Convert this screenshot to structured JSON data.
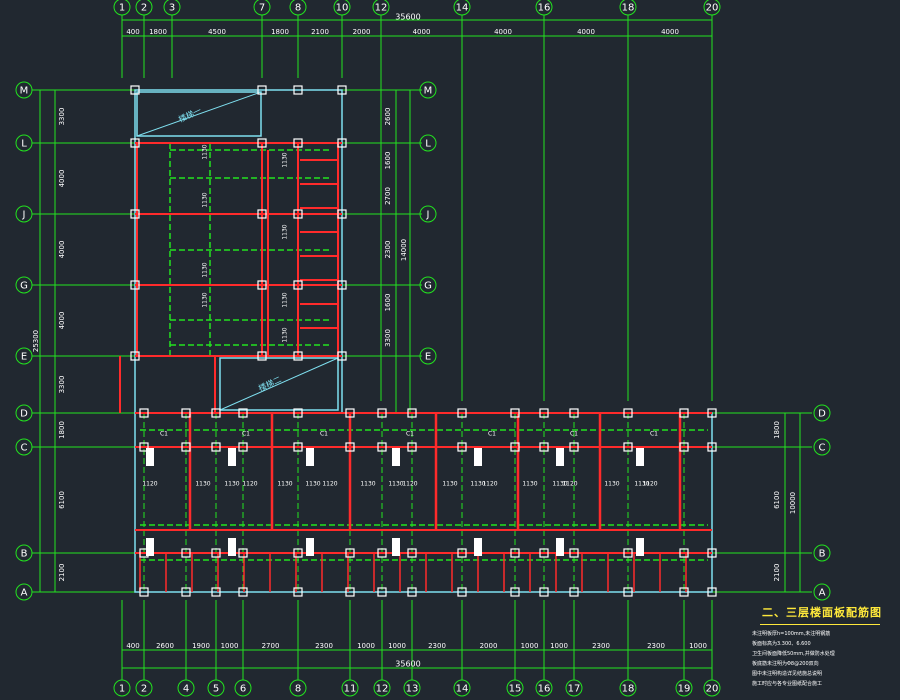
{
  "colors": {
    "background": "#212830",
    "grid": "#22e31f",
    "wall": "#ff2b2b",
    "slab": "#7fe0f0",
    "beam": "#22e31f",
    "column": "#ffffff",
    "text": "#ffffff",
    "title": "#ffe93b"
  },
  "grid_axes": {
    "top_numbers": [
      "1",
      "2",
      "3",
      "7",
      "8",
      "10",
      "12",
      "14",
      "16",
      "18",
      "20"
    ],
    "bottom_numbers": [
      "1",
      "2",
      "4",
      "5",
      "6",
      "8",
      "11",
      "12",
      "13",
      "14",
      "15",
      "16",
      "17",
      "18",
      "19",
      "20"
    ],
    "left_letters": [
      "M",
      "L",
      "J",
      "G",
      "E",
      "D",
      "C",
      "B",
      "A"
    ],
    "right_letters_upper": [
      "M",
      "L",
      "J",
      "G",
      "E"
    ],
    "right_letters_lower": [
      "D",
      "C",
      "B",
      "A"
    ]
  },
  "dimensions": {
    "top_overall": "35600",
    "top": [
      "400",
      "1800",
      "4500",
      "1800",
      "2100",
      "2000",
      "4000",
      "4000",
      "4000",
      "4000"
    ],
    "bottom_overall": "35600",
    "bottom": [
      "400",
      "2600",
      "1900",
      "1000",
      "2700",
      "2300",
      "1000",
      "1000",
      "2300",
      "2000",
      "1000",
      "1000",
      "2300",
      "2300",
      "1000"
    ],
    "left_bays": [
      "3300",
      "4000",
      "4000",
      "4000",
      "3300",
      "1800",
      "6100",
      "2100"
    ],
    "left_total": "25300",
    "right_upper": [
      "2600",
      "1600",
      "2700",
      "2300",
      "1600",
      "3300"
    ],
    "right_upper_total": "14000",
    "right_lower": [
      "1800",
      "6100",
      "2100"
    ],
    "right_lower_total": "10000"
  },
  "rooms": {
    "stair_tag_1": "楼梯一",
    "stair_tag_2": "楼梯二"
  },
  "labels": {
    "lintel": "1130",
    "lintel_alt": "1120",
    "window_tag": "C1"
  },
  "notes": {
    "title": "二、三层楼面板配筋图",
    "lines": [
      "未注明板厚h=100mm,未注明钢筋",
      "板面标高为3.300、6.600",
      "卫生间板面降低50mm,并做防水处理",
      "板底筋未注明为Φ8@200双向",
      "图中未注明构造详见结施总说明",
      "施工时应与各专业图纸配合施工"
    ]
  }
}
